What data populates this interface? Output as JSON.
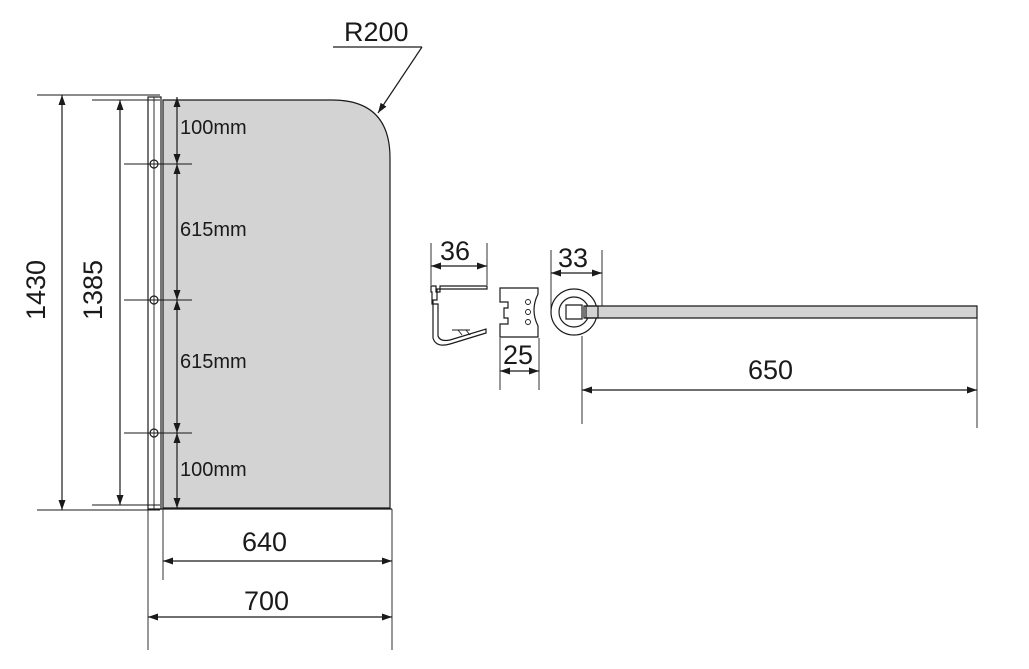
{
  "drawing": {
    "panel_fill": "#d3d3d3",
    "line_color": "#1a1a1a",
    "labels": {
      "radius": "R200",
      "total_height": "1430",
      "inner_height": "1385",
      "seg_top": "100mm",
      "seg_mid1": "615mm",
      "seg_mid2": "615mm",
      "seg_bottom": "100mm",
      "panel_width": "640",
      "overall_width": "700",
      "clip_width": "36",
      "block_width": "25",
      "hinge_width": "33",
      "arm_length": "650"
    }
  }
}
